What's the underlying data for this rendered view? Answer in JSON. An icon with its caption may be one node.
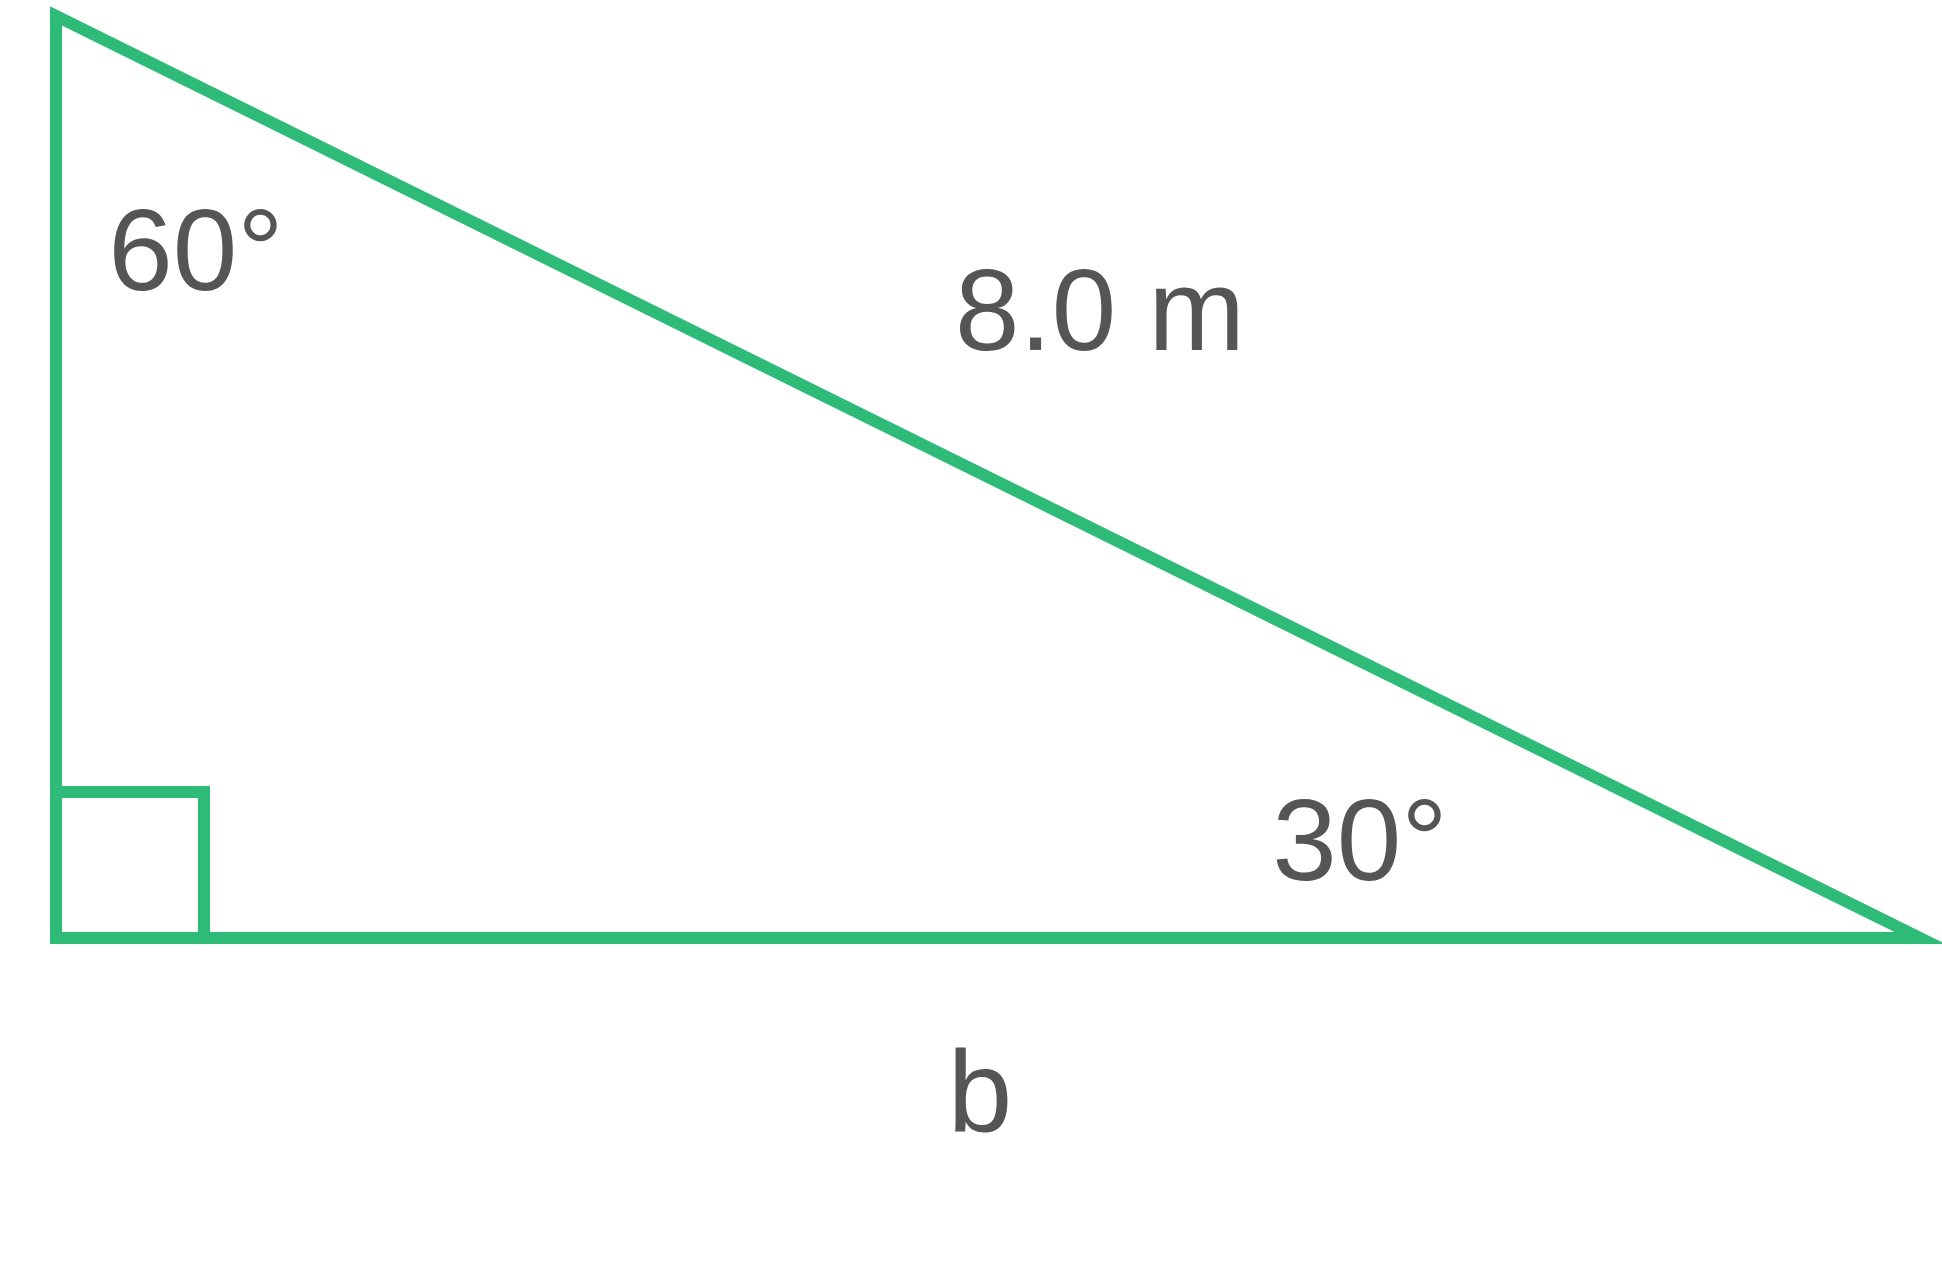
{
  "diagram": {
    "labels": [
      "60°",
      "8.0 m",
      "30°",
      "b"
    ]
  }
}
